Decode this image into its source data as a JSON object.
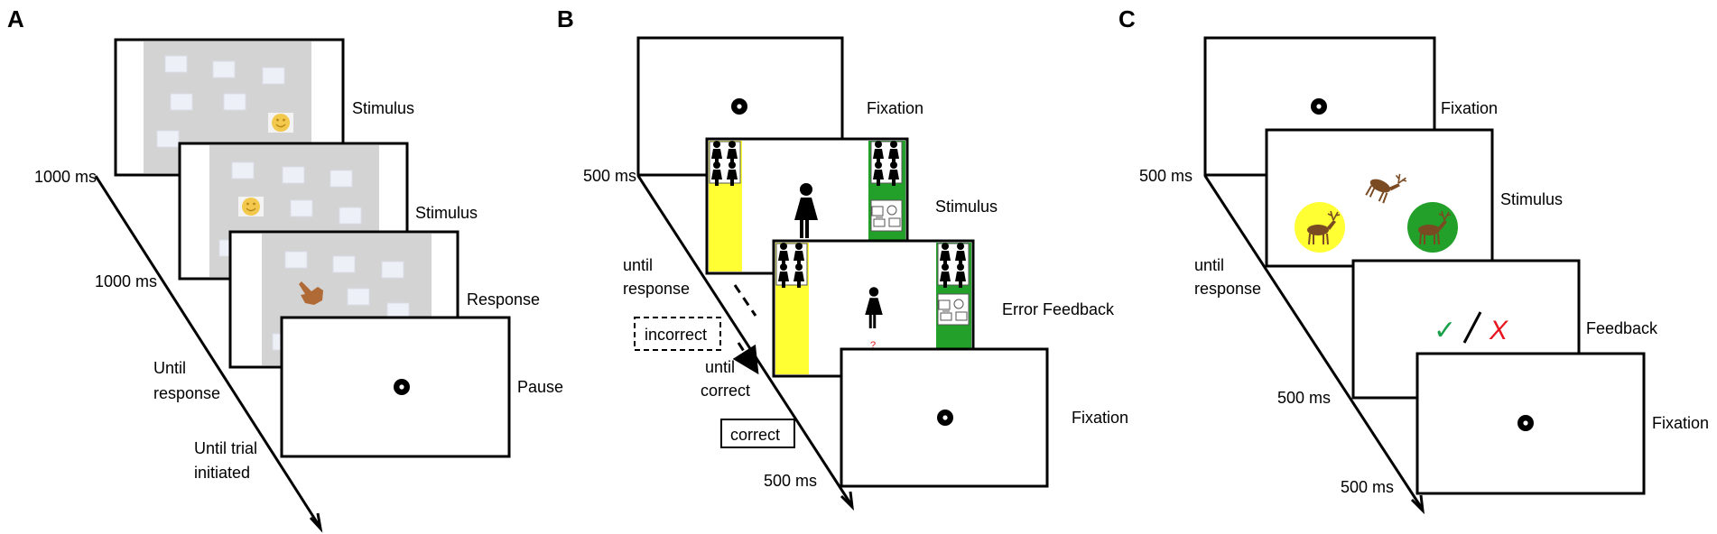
{
  "colors": {
    "stimulus_gray": "#d3d3d3",
    "yellow": "#ffff33",
    "green": "#22a02a",
    "check_green": "#1aa04a",
    "cross_red": "#e8141e",
    "smiley": "#f2c94c",
    "hand": "#b06a35",
    "animal": "#7a4a22"
  },
  "panel_a": {
    "letter": "A",
    "screens": [
      "Stimulus",
      "Stimulus",
      "Response",
      "Pause"
    ],
    "timings": [
      "1000 ms",
      "1000 ms",
      "Until",
      "response",
      "Until trial",
      "initiated"
    ],
    "icons": [
      "smiley-icon",
      "pointing-hand-icon",
      "fixation-dot-icon"
    ]
  },
  "panel_b": {
    "letter": "B",
    "screens": [
      "Fixation",
      "Stimulus",
      "Error Feedback",
      "Fixation"
    ],
    "timings": [
      "500 ms",
      "until",
      "response",
      "until",
      "correct",
      "500 ms"
    ],
    "boxes": {
      "incorrect": "incorrect",
      "correct": "correct"
    },
    "feedback_mark": "?",
    "icons": [
      "woman-icon",
      "person-grid-icon",
      "objects-icon",
      "fixation-dot-icon"
    ]
  },
  "panel_c": {
    "letter": "C",
    "screens": [
      "Fixation",
      "Stimulus",
      "Feedback",
      "Fixation"
    ],
    "timings": [
      "500 ms",
      "until",
      "response",
      "500 ms",
      "500 ms"
    ],
    "feedback": {
      "check": "✓",
      "slash": "/",
      "cross": "X"
    },
    "icons": [
      "deer-icon",
      "fixation-dot-icon"
    ]
  }
}
